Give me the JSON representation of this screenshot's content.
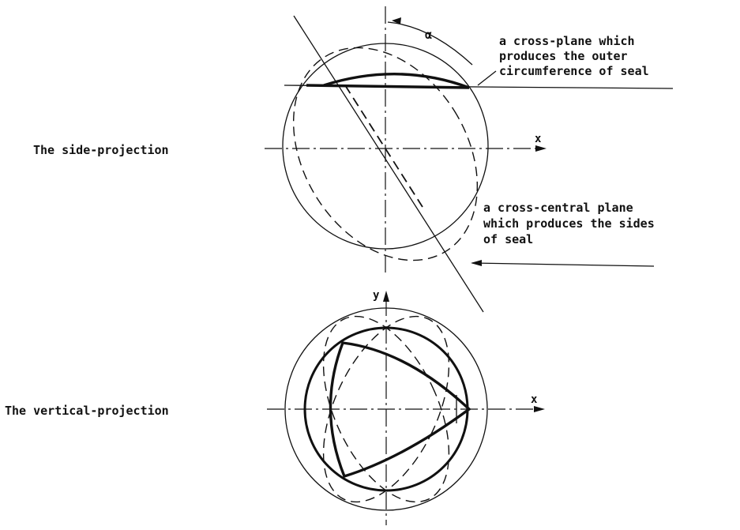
{
  "side_projection": {
    "label": "The side-projection",
    "axis_x_label": "x",
    "angle_label": "α",
    "cross_plane_note": [
      "a cross-plane which",
      "produces the outer",
      "circumference of seal"
    ],
    "central_plane_note": [
      "a cross-central plane",
      "which produces the sides",
      "of seal"
    ]
  },
  "vertical_projection": {
    "label": "The vertical-projection",
    "axis_x_label": "x",
    "axis_y_label": "y"
  },
  "colors": {
    "ink": "#111111",
    "paper": "#ffffff"
  }
}
